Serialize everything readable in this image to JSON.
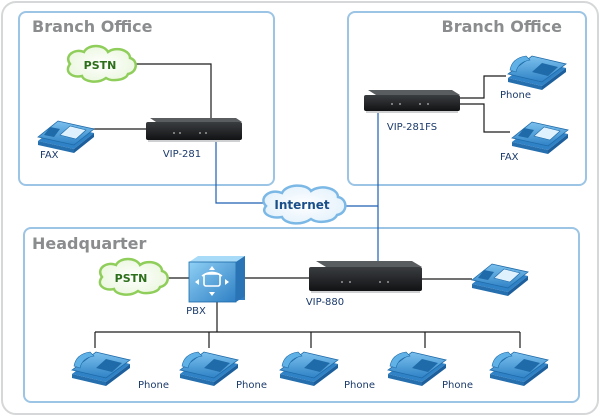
{
  "sections": {
    "branch_left": "Branch Office",
    "branch_right": "Branch Office",
    "headquarter": "Headquarter"
  },
  "clouds": {
    "pstn_branch": "PSTN",
    "pstn_hq": "PSTN",
    "internet": "Internet"
  },
  "labels": {
    "fax_left": "FAX",
    "vip281": "VIP-281",
    "vip281fs": "VIP-281FS",
    "phone_right": "Phone",
    "fax_right": "FAX",
    "pbx": "PBX",
    "vip880": "VIP-880",
    "phone_hq_1": "Phone",
    "phone_hq_2": "Phone",
    "phone_hq_3": "Phone",
    "phone_hq_4": "Phone"
  }
}
